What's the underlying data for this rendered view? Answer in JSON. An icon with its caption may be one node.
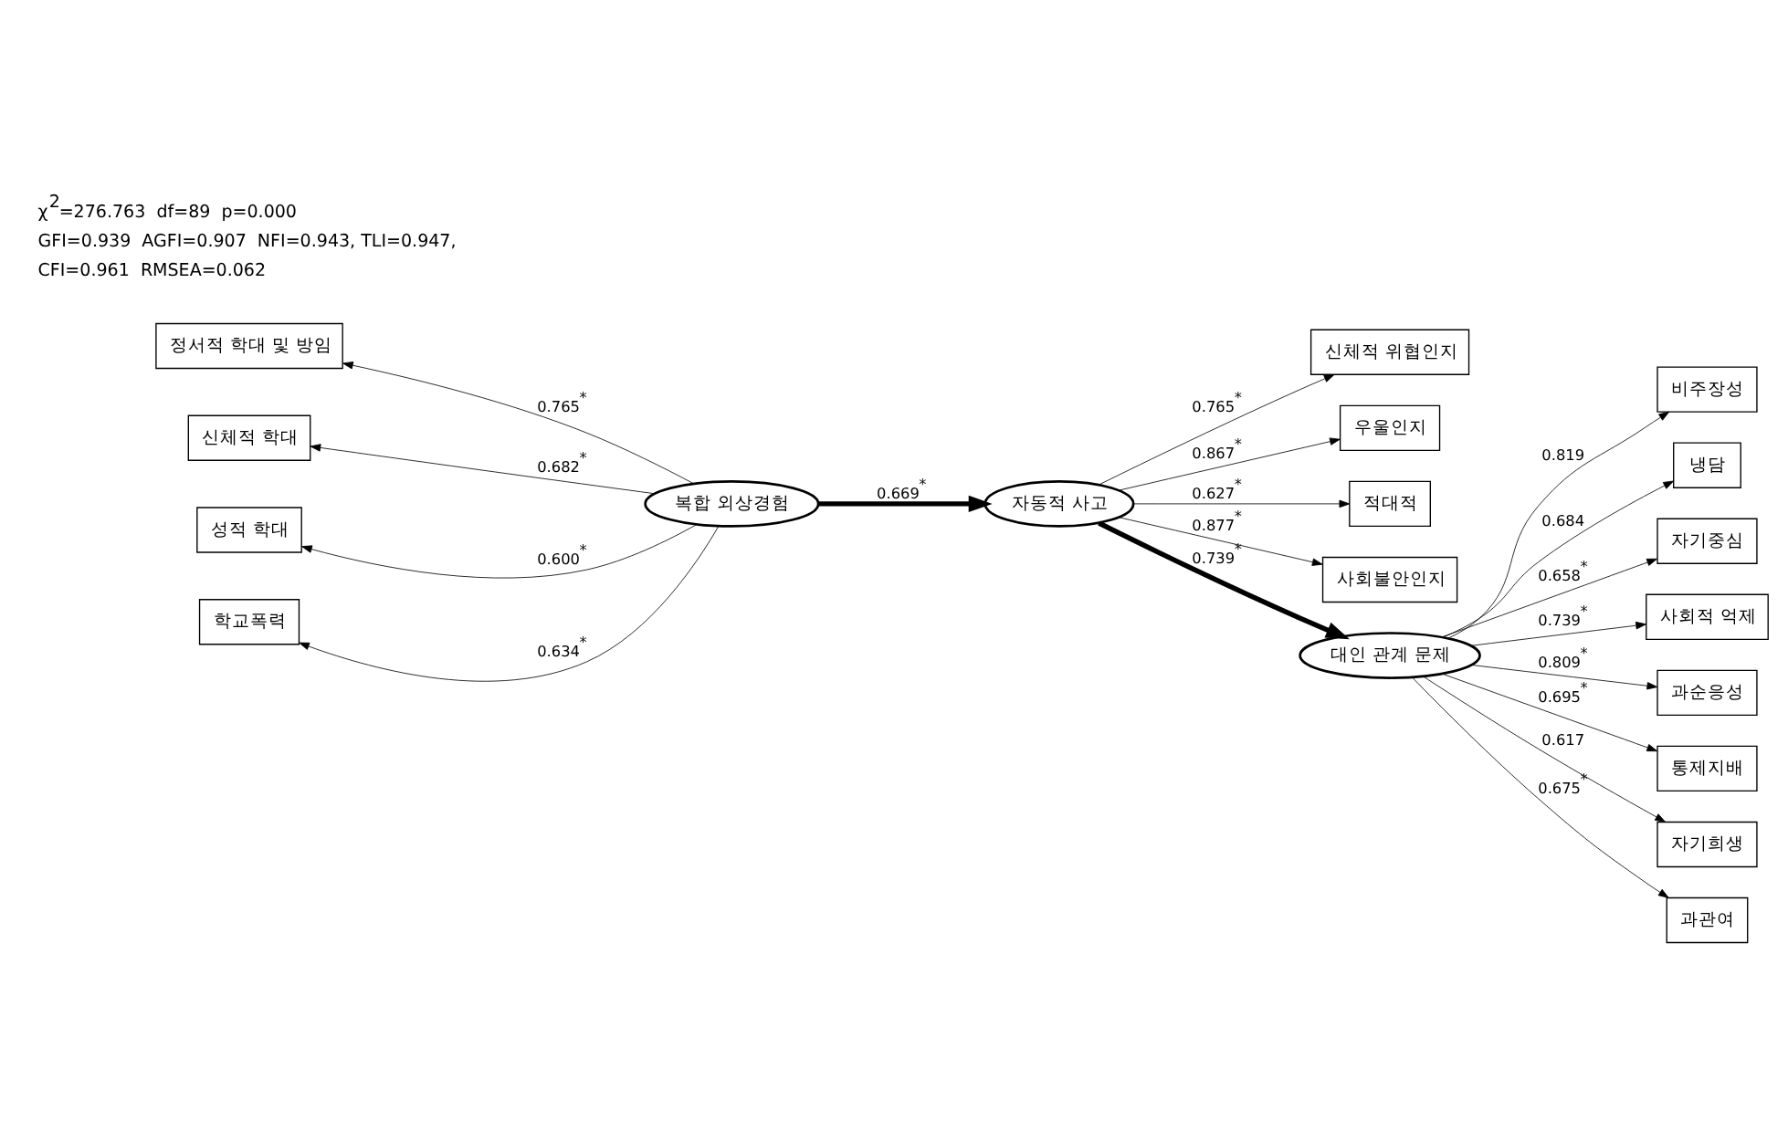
{
  "diagram": {
    "nodes": [
      {
        "text": [
          "자동적 사고"
        ]
      },
      {
        "text": [
          "신체적 위협인지"
        ]
      },
      {
        "text": [
          "우울인지"
        ]
      },
      {
        "text": [
          "적대적"
        ]
      },
      {
        "text": [
          "사회불안인지"
        ]
      },
      {
        "text": [
          "복합 외상경험"
        ]
      },
      {
        "text": [
          "정서적 학대 및 방임"
        ]
      },
      {
        "text": [
          "신체적 학대"
        ]
      },
      {
        "text": [
          "성적 학대"
        ]
      },
      {
        "text": [
          "학교폭력"
        ]
      },
      {
        "text": [
          "대인 관계 문제"
        ]
      },
      {
        "text": [
          "비주장성"
        ]
      },
      {
        "text": [
          "냉담"
        ]
      },
      {
        "text": [
          "자기중심"
        ]
      },
      {
        "text": [
          "사회적 억제"
        ]
      },
      {
        "text": [
          "과순응성"
        ]
      },
      {
        "text": [
          "통제지배"
        ]
      },
      {
        "text": [
          "자기희생"
        ]
      },
      {
        "text": [
          "과관여"
        ]
      }
    ],
    "edges": [
      {
        "from": 0,
        "to": 1,
        "arrow": "to",
        "label": "0.765$^{*}$"
      },
      {
        "from": 0,
        "to": 2,
        "arrow": "to",
        "label": "0.867$^{*}$"
      },
      {
        "from": 0,
        "to": 3,
        "arrow": "to",
        "label": "0.627$^{*}$"
      },
      {
        "from": 0,
        "to": 4,
        "arrow": "to",
        "label": "0.877$^{*}$"
      },
      {
        "from": 5,
        "to": 0,
        "arrow": "to",
        "label": "0.669$^{*}$",
        "style": "thick"
      },
      {
        "from": 0,
        "to": 10,
        "arrow": "to",
        "label": "0.739$^{*}$",
        "style": "thick"
      },
      {
        "from": 5,
        "to": 6,
        "arrow": "to",
        "label": "0.765$^{*}$"
      },
      {
        "from": 5,
        "to": 7,
        "arrow": "to",
        "label": "0.682$^{*}$"
      },
      {
        "from": 5,
        "to": 8,
        "arrow": "to",
        "label": "0.600$^{*}$"
      },
      {
        "from": 5,
        "to": 9,
        "arrow": "to",
        "label": "0.634$^{*}$"
      },
      {
        "from": 10,
        "to": 11,
        "arrow": "to",
        "label": "0.819"
      },
      {
        "from": 10,
        "to": 12,
        "arrow": "to",
        "label": "0.684"
      },
      {
        "from": 10,
        "to": 13,
        "arrow": "to",
        "label": "0.658$^{*}$"
      },
      {
        "from": 10,
        "to": 14,
        "arrow": "to",
        "label": "0.739$^{*}$"
      },
      {
        "from": 10,
        "to": 15,
        "arrow": "to",
        "label": "0.809$^{*}$"
      },
      {
        "from": 10,
        "to": 16,
        "arrow": "to",
        "label": "0.695$^{*}$"
      },
      {
        "from": 10,
        "to": 17,
        "arrow": "to",
        "label": "0.617"
      },
      {
        "from": 10,
        "to": 18,
        "arrow": "to",
        "label": "0.675$^{*}$"
      }
    ],
    "labels": [
      "χ$^{2}$=276.763  df=89  p=0.000",
      "GFI=0.939  AGFI=0.907  NFI=0.943, TLI=0.947,",
      "CFI=0.961  RMSEA=0.062"
    ]
  }
}
